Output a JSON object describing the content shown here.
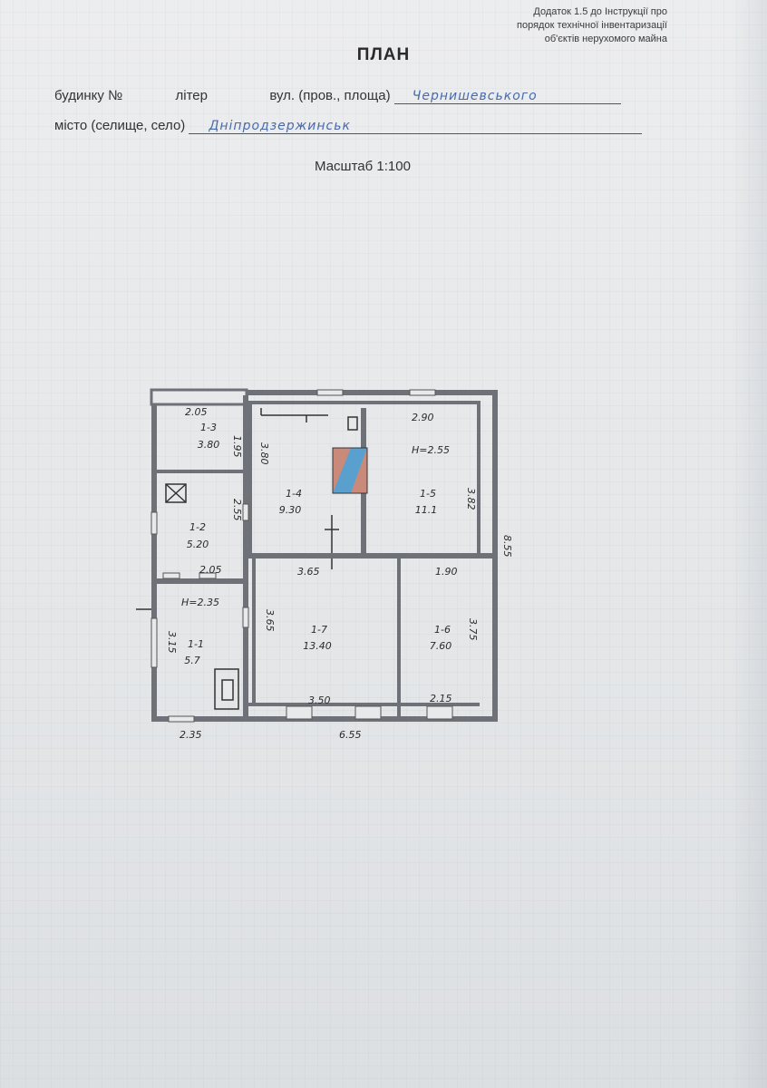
{
  "appendix": {
    "line1": "Додаток 1.5 до Інструкції про",
    "line2": "порядок технічної інвентаризації",
    "line3": "об'єктів нерухомого майна"
  },
  "title": "ПЛАН",
  "header": {
    "house_label": "будинку №",
    "letter_label": "літер",
    "street_label": "вул. (пров., площа)",
    "street_value": "Чернишевського",
    "city_label": "місто (селище, село)",
    "city_value": "Дніпродзержинськ"
  },
  "scale": "Масштаб 1:100",
  "plan": {
    "rooms": [
      {
        "id": "1-1",
        "area": "5.7"
      },
      {
        "id": "1-2",
        "area": "5.20"
      },
      {
        "id": "1-3",
        "area": "3.80"
      },
      {
        "id": "1-4",
        "area": "9.30"
      },
      {
        "id": "1-5",
        "area": "11.1"
      },
      {
        "id": "1-6",
        "area": "7.60"
      },
      {
        "id": "1-7",
        "area": "13.40"
      }
    ],
    "dimensions": {
      "d_2_05_top": "2.05",
      "d_1_95": "1.95",
      "d_2_55_left": "2.55",
      "d_2_05_mid": "2.05",
      "h_2_35": "H=2.35",
      "d_3_15": "3.15",
      "d_2_35_bottom": "2.35",
      "d_3_80": "3.80",
      "d_2_90": "2.90",
      "h_2_55": "H=2.55",
      "d_3_82": "3.82",
      "d_3_65_mid": "3.65",
      "d_1_90": "1.90",
      "d_3_65_vert": "3.65",
      "d_3_75": "3.75",
      "d_3_50": "3.50",
      "d_2_15": "2.15",
      "d_6_55": "6.55",
      "d_8_55": "8.55"
    }
  }
}
